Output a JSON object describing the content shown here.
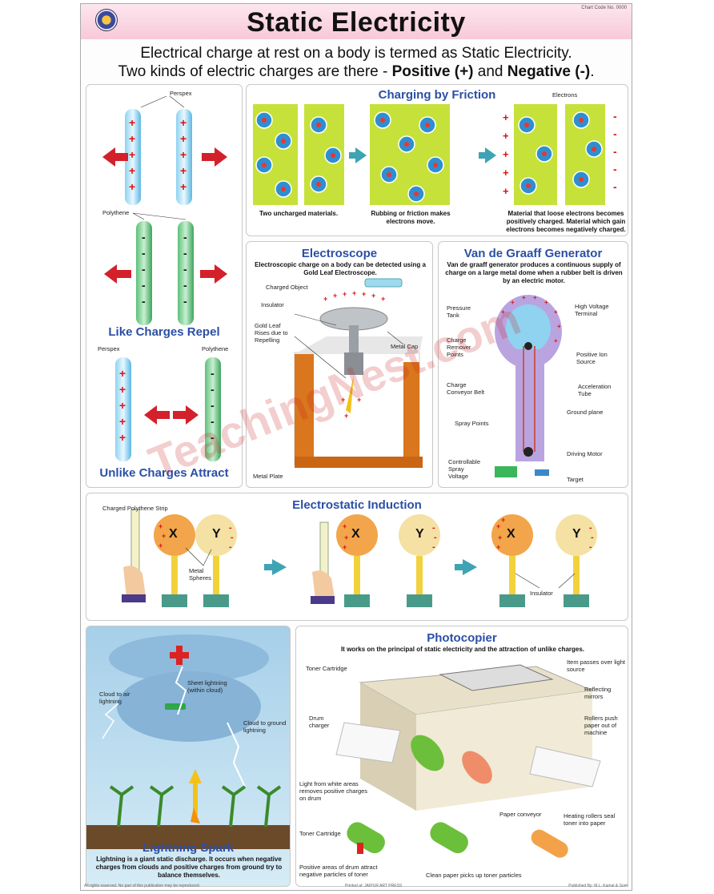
{
  "header": {
    "title": "Static Electricity",
    "catalog_no": "Chart Code No. 0000",
    "logo": "school-logo"
  },
  "intro": {
    "line1": "Electrical charge at rest on a body is termed as Static Electricity.",
    "line2_prefix": "Two kinds of electric charges are there - ",
    "positive": "Positive (+)",
    "and": " and ",
    "negative": "Negative (-)",
    "end": "."
  },
  "charges": {
    "perspex": "Perspex",
    "polythene": "Polythene",
    "like_title": "Like Charges Repel",
    "perspex2": "Perspex",
    "polythene2": "Polythene",
    "unlike_title": "Unlike Charges Attract"
  },
  "friction": {
    "title": "Charging by Friction",
    "electrons": "Electrons",
    "cap1": "Two uncharged materials.",
    "cap2": "Rubbing or friction makes electrons move.",
    "cap3": "Material that loose electrons becomes positively charged. Material which gain electrons becomes negatively charged."
  },
  "electroscope": {
    "title": "Electroscope",
    "desc": "Electroscopic charge on a body can be detected using a Gold Leaf Electroscope.",
    "charged_object": "Charged Object",
    "insulator": "Insulator",
    "gold_leaf": "Gold Leaf Rises due to Repelling",
    "metal_cap": "Metal Cap",
    "metal_plate": "Metal Plate"
  },
  "vdg": {
    "title": "Van de Graaff Generator",
    "desc": "Van de graaff generator produces a continuous supply of charge on a large metal dome when a rubber belt is driven by an electric motor.",
    "pressure_tank": "Pressure Tank",
    "hv_terminal": "High Voltage Terminal",
    "charge_removal": "Charge Remover Points",
    "pos_ion": "Positive Ion Source",
    "charge_belt": "Charge Conveyor Belt",
    "accel_tube": "Acceleration Tube",
    "ground_plane": "Ground plane",
    "spray_points": "Spray Points",
    "driving_motor": "Driving Motor",
    "controllable": "Controllable Spray Voltage",
    "target": "Target"
  },
  "induction": {
    "title": "Electrostatic Induction",
    "strip": "Charged Polythene Strip",
    "metal_spheres": "Metal Spheres",
    "insulator": "Insulator",
    "x": "X",
    "y": "Y"
  },
  "lightning": {
    "title": "Lightning Spark",
    "sheet": "Sheet lightning (within cloud)",
    "cloud_air": "Cloud to air lightning",
    "cloud_ground": "Cloud to ground lightning",
    "desc": "Lightning is a giant static discharge. It occurs when negative charges from clouds and positive charges from ground try to balance themselves."
  },
  "photocopier": {
    "title": "Photocopier",
    "desc": "It works on the principal of static electricity and the attraction of unlike charges.",
    "toner1": "Toner Cartridge",
    "item_passes": "Item passes over light source",
    "reflecting": "Reflecting mirrors",
    "drum": "Drum charger",
    "rollers_push": "Rollers push paper out of machine",
    "light_white": "Light from white areas removes positive charges on drum",
    "paper_conveyor": "Paper conveyor",
    "heating": "Heating rollers seal toner into paper",
    "toner2": "Toner Cartridge",
    "positive_areas": "Positive areas of drum attract negative particles of toner",
    "clean_paper": "Clean paper picks up toner particles"
  },
  "watermark": "TeachingNest.com",
  "footer": {
    "left": "All rights reserved. No part of this publication may be reproduced.",
    "mid": "Printed at: JAIPUR ART PRESS",
    "right": "Published By: M.L. Kamal & Sons"
  }
}
